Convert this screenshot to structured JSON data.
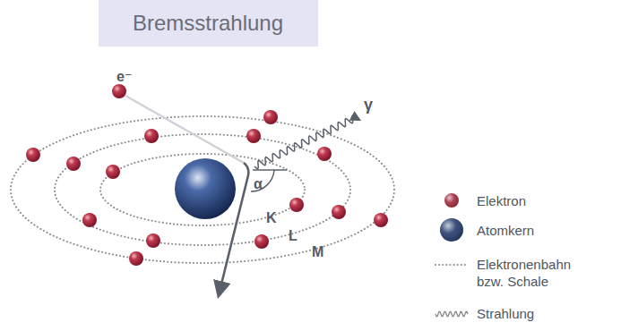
{
  "diagram": {
    "title": "Bremsstrahlung",
    "labels": [
      "e⁻",
      "γ",
      "α",
      "K",
      "L",
      "M"
    ],
    "legend": [
      {
        "text": "Elektron",
        "color": "#9e2238"
      },
      {
        "text": "Atomkern",
        "color": "#1c3466"
      },
      {
        "text": "Elektronenbahn bzw. Schale"
      },
      {
        "text": "Strahlung"
      }
    ]
  }
}
